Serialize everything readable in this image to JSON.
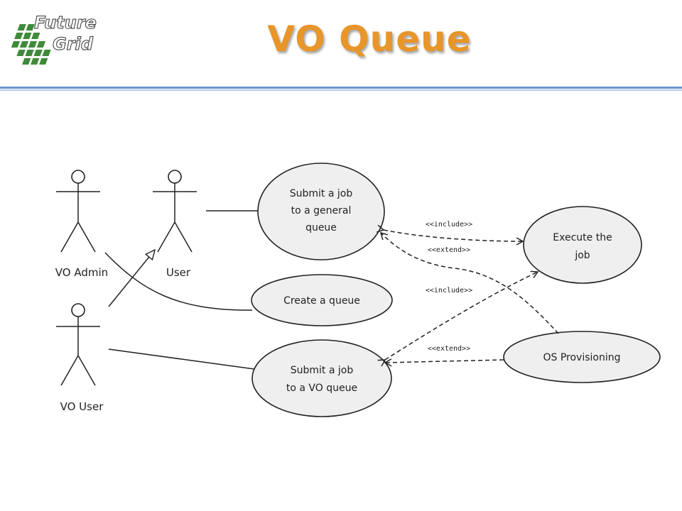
{
  "logo": {
    "line1": "Future",
    "line2": "Grid"
  },
  "title": "VO Queue",
  "actors": {
    "vo_admin": "VO Admin",
    "user": "User",
    "vo_user": "VO User"
  },
  "use_cases": {
    "submit_general": [
      "Submit a job",
      "to a general",
      "queue"
    ],
    "execute": [
      "Execute the",
      "job"
    ],
    "create_queue": "Create a queue",
    "submit_vo": [
      "Submit a job",
      "to a VO queue"
    ],
    "os_provisioning": "OS Provisioning"
  },
  "stereotypes": {
    "include_1": "<<include>>",
    "extend_1": "<<extend>>",
    "include_2": "<<include>>",
    "extend_2": "<<extend>>"
  },
  "colors": {
    "title": "#e8952a",
    "rule": "#6a93c9",
    "logo_green": "#3f8a3a"
  }
}
